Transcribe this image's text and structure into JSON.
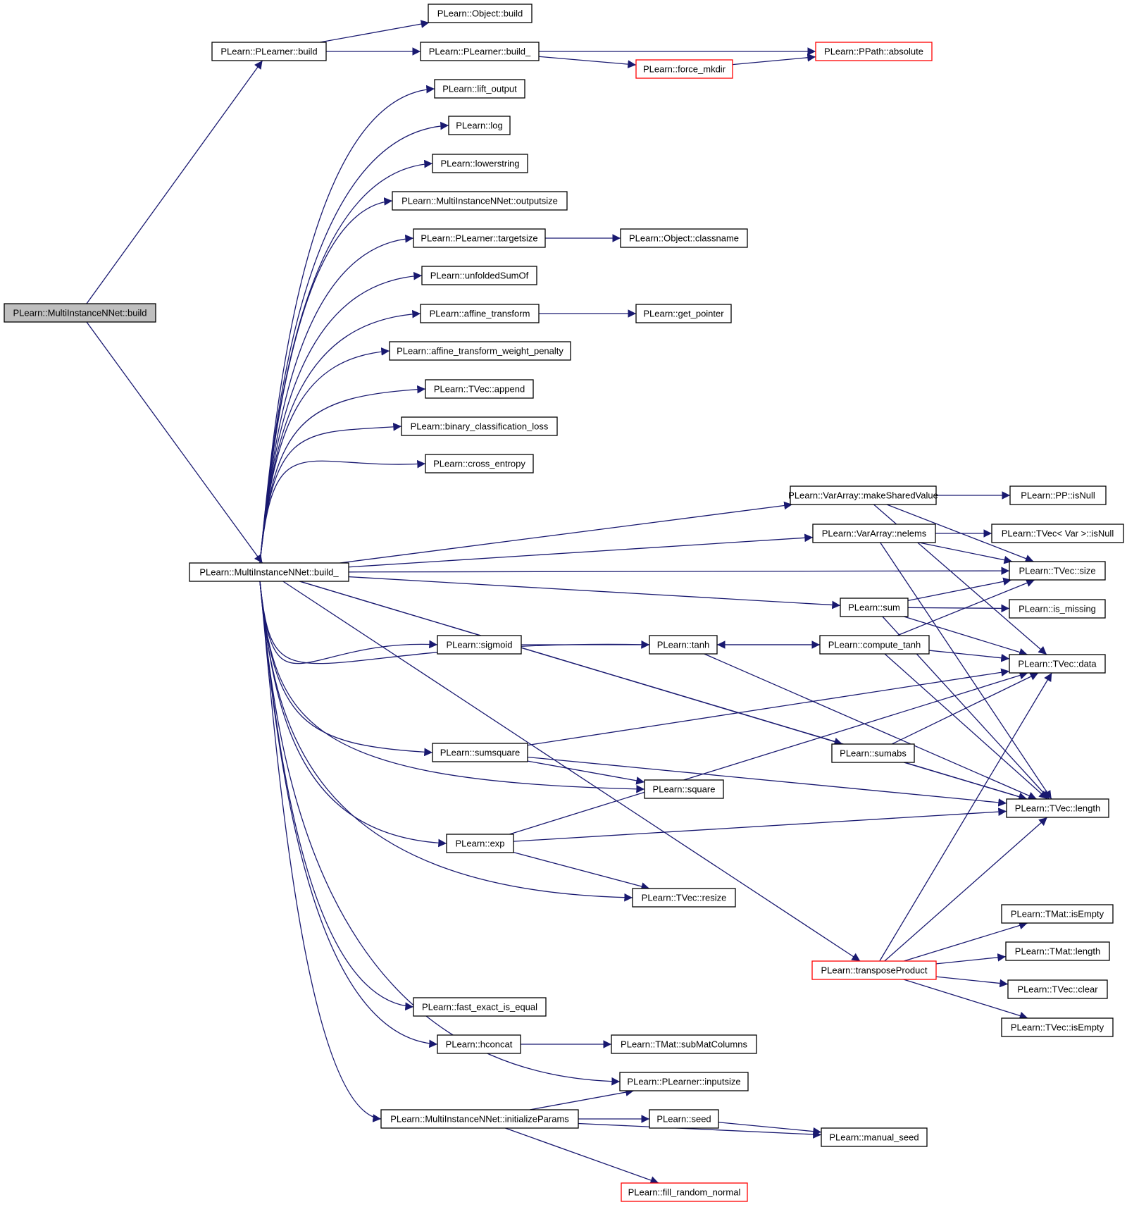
{
  "graph": {
    "edge_color": "#191970",
    "truncated_border_color": "#ff0000",
    "root_fill_color": "#bfbfbf",
    "nodes": [
      {
        "id": "root",
        "label": "PLearn::MultiInstanceNNet::build",
        "style": "root"
      },
      {
        "id": "plbuild",
        "label": "PLearn::PLearner::build",
        "style": "normal"
      },
      {
        "id": "objbuild",
        "label": "PLearn::Object::build",
        "style": "normal"
      },
      {
        "id": "plbuild_",
        "label": "PLearn::PLearner::build_",
        "style": "normal"
      },
      {
        "id": "absolute",
        "label": "PLearn::PPath::absolute",
        "style": "truncated"
      },
      {
        "id": "mkdir",
        "label": "PLearn::force_mkdir",
        "style": "truncated"
      },
      {
        "id": "lift",
        "label": "PLearn::lift_output",
        "style": "normal"
      },
      {
        "id": "log",
        "label": "PLearn::log",
        "style": "normal"
      },
      {
        "id": "lower",
        "label": "PLearn::lowerstring",
        "style": "normal"
      },
      {
        "id": "outsize",
        "label": "PLearn::MultiInstanceNNet::outputsize",
        "style": "normal"
      },
      {
        "id": "tsize",
        "label": "PLearn::PLearner::targetsize",
        "style": "normal"
      },
      {
        "id": "classname",
        "label": "PLearn::Object::classname",
        "style": "normal"
      },
      {
        "id": "unfold",
        "label": "PLearn::unfoldedSumOf",
        "style": "normal"
      },
      {
        "id": "affine",
        "label": "PLearn::affine_transform",
        "style": "normal"
      },
      {
        "id": "getptr",
        "label": "PLearn::get_pointer",
        "style": "normal"
      },
      {
        "id": "affpen",
        "label": "PLearn::affine_transform_weight_penalty",
        "style": "normal"
      },
      {
        "id": "append",
        "label": "PLearn::TVec::append",
        "style": "normal"
      },
      {
        "id": "bcl",
        "label": "PLearn::binary_classification_loss",
        "style": "normal"
      },
      {
        "id": "xent",
        "label": "PLearn::cross_entropy",
        "style": "normal"
      },
      {
        "id": "build_",
        "label": "PLearn::MultiInstanceNNet::build_",
        "style": "normal"
      },
      {
        "id": "msv",
        "label": "PLearn::VarArray::makeSharedValue",
        "style": "normal"
      },
      {
        "id": "ppnull",
        "label": "PLearn::PP::isNull",
        "style": "normal"
      },
      {
        "id": "nelems",
        "label": "PLearn::VarArray::nelems",
        "style": "normal"
      },
      {
        "id": "tvnull",
        "label": "PLearn::TVec< Var >::isNull",
        "style": "normal"
      },
      {
        "id": "tvsize",
        "label": "PLearn::TVec::size",
        "style": "normal"
      },
      {
        "id": "sum",
        "label": "PLearn::sum",
        "style": "normal"
      },
      {
        "id": "ismiss",
        "label": "PLearn::is_missing",
        "style": "normal"
      },
      {
        "id": "sigmoid",
        "label": "PLearn::sigmoid",
        "style": "normal"
      },
      {
        "id": "tanh",
        "label": "PLearn::tanh",
        "style": "normal"
      },
      {
        "id": "ctanh",
        "label": "PLearn::compute_tanh",
        "style": "normal"
      },
      {
        "id": "tvdata",
        "label": "PLearn::TVec::data",
        "style": "normal"
      },
      {
        "id": "sumsq",
        "label": "PLearn::sumsquare",
        "style": "normal"
      },
      {
        "id": "sumabs",
        "label": "PLearn::sumabs",
        "style": "normal"
      },
      {
        "id": "square",
        "label": "PLearn::square",
        "style": "normal"
      },
      {
        "id": "tvlen",
        "label": "PLearn::TVec::length",
        "style": "normal"
      },
      {
        "id": "exp",
        "label": "PLearn::exp",
        "style": "normal"
      },
      {
        "id": "resize",
        "label": "PLearn::TVec::resize",
        "style": "normal"
      },
      {
        "id": "tmempty",
        "label": "PLearn::TMat::isEmpty",
        "style": "normal"
      },
      {
        "id": "tmlen",
        "label": "PLearn::TMat::length",
        "style": "normal"
      },
      {
        "id": "tprod",
        "label": "PLearn::transposeProduct",
        "style": "truncated"
      },
      {
        "id": "tvclear",
        "label": "PLearn::TVec::clear",
        "style": "normal"
      },
      {
        "id": "tvempty",
        "label": "PLearn::TVec::isEmpty",
        "style": "normal"
      },
      {
        "id": "feq",
        "label": "PLearn::fast_exact_is_equal",
        "style": "normal"
      },
      {
        "id": "hconcat",
        "label": "PLearn::hconcat",
        "style": "normal"
      },
      {
        "id": "submat",
        "label": "PLearn::TMat::subMatColumns",
        "style": "normal"
      },
      {
        "id": "insize",
        "label": "PLearn::PLearner::inputsize",
        "style": "normal"
      },
      {
        "id": "init",
        "label": "PLearn::MultiInstanceNNet::initializeParams",
        "style": "normal"
      },
      {
        "id": "seed",
        "label": "PLearn::seed",
        "style": "normal"
      },
      {
        "id": "mseed",
        "label": "PLearn::manual_seed",
        "style": "normal"
      },
      {
        "id": "frn",
        "label": "PLearn::fill_random_normal",
        "style": "truncated"
      }
    ],
    "edges": [
      [
        "root",
        "plbuild"
      ],
      [
        "root",
        "build_"
      ],
      [
        "plbuild",
        "objbuild"
      ],
      [
        "plbuild",
        "plbuild_"
      ],
      [
        "plbuild_",
        "absolute"
      ],
      [
        "plbuild_",
        "mkdir"
      ],
      [
        "mkdir",
        "absolute"
      ],
      [
        "build_",
        "lift"
      ],
      [
        "build_",
        "log"
      ],
      [
        "build_",
        "lower"
      ],
      [
        "build_",
        "outsize"
      ],
      [
        "build_",
        "tsize"
      ],
      [
        "tsize",
        "classname"
      ],
      [
        "build_",
        "unfold"
      ],
      [
        "build_",
        "affine"
      ],
      [
        "affine",
        "getptr"
      ],
      [
        "build_",
        "affpen"
      ],
      [
        "build_",
        "append"
      ],
      [
        "build_",
        "bcl"
      ],
      [
        "build_",
        "xent"
      ],
      [
        "build_",
        "msv"
      ],
      [
        "msv",
        "ppnull"
      ],
      [
        "msv",
        "tvsize"
      ],
      [
        "msv",
        "tvdata"
      ],
      [
        "build_",
        "nelems"
      ],
      [
        "nelems",
        "tvnull"
      ],
      [
        "nelems",
        "tvsize"
      ],
      [
        "nelems",
        "tvlen"
      ],
      [
        "build_",
        "tvsize"
      ],
      [
        "build_",
        "sum"
      ],
      [
        "sum",
        "tvsize"
      ],
      [
        "sum",
        "ismiss"
      ],
      [
        "sum",
        "tvdata"
      ],
      [
        "sum",
        "tvlen"
      ],
      [
        "build_",
        "sigmoid"
      ],
      [
        "sigmoid",
        "tanh"
      ],
      [
        "build_",
        "tanh"
      ],
      [
        "tanh",
        "ctanh"
      ],
      [
        "ctanh",
        "tanh"
      ],
      [
        "ctanh",
        "tvsize"
      ],
      [
        "ctanh",
        "tvdata"
      ],
      [
        "ctanh",
        "tvlen"
      ],
      [
        "tanh",
        "tvlen"
      ],
      [
        "build_",
        "sumabs"
      ],
      [
        "sumabs",
        "tvdata"
      ],
      [
        "sumabs",
        "tvlen"
      ],
      [
        "build_",
        "sumsq"
      ],
      [
        "sumsq",
        "tvdata"
      ],
      [
        "sumsq",
        "square"
      ],
      [
        "sumsq",
        "tvlen"
      ],
      [
        "build_",
        "square"
      ],
      [
        "build_",
        "exp"
      ],
      [
        "exp",
        "tvdata"
      ],
      [
        "exp",
        "tvlen"
      ],
      [
        "exp",
        "resize"
      ],
      [
        "build_",
        "resize"
      ],
      [
        "build_",
        "tvlen"
      ],
      [
        "build_",
        "tprod"
      ],
      [
        "tprod",
        "tvdata"
      ],
      [
        "tprod",
        "tmempty"
      ],
      [
        "tprod",
        "tvlen"
      ],
      [
        "tprod",
        "tmlen"
      ],
      [
        "tprod",
        "tvclear"
      ],
      [
        "tprod",
        "tvempty"
      ],
      [
        "build_",
        "feq"
      ],
      [
        "build_",
        "hconcat"
      ],
      [
        "hconcat",
        "submat"
      ],
      [
        "build_",
        "insize"
      ],
      [
        "build_",
        "init"
      ],
      [
        "init",
        "insize"
      ],
      [
        "init",
        "seed"
      ],
      [
        "init",
        "mseed"
      ],
      [
        "seed",
        "mseed"
      ],
      [
        "init",
        "frn"
      ]
    ]
  }
}
